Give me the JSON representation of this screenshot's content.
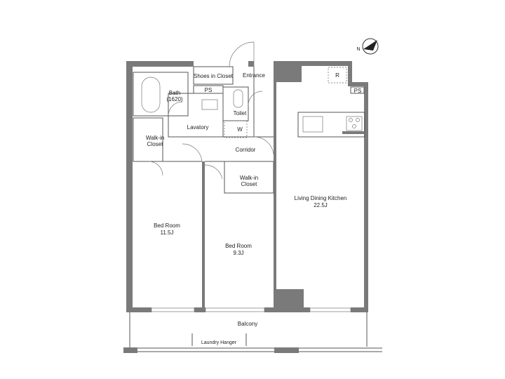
{
  "colors": {
    "wall": "#7a7a7a",
    "line": "#555555",
    "background": "#ffffff"
  },
  "north_arrow": {
    "label": "N",
    "icon": "north-arrow-icon"
  },
  "rooms": {
    "shoes_closet": "Shoes in Closet",
    "entrance": "Entrance",
    "bath": "Bath",
    "bath_size": "(1620)",
    "ps_left": "PS",
    "ps_right": "PS",
    "toilet": "Toilet",
    "lavatory": "Lavatory",
    "washer": "W",
    "fridge": "R",
    "corridor": "Corridor",
    "walkin1_line1": "Walk-in",
    "walkin1_line2": "Closet",
    "walkin2_line1": "Walk-in",
    "walkin2_line2": "Closet",
    "bed1": "Bed Room",
    "bed1_size": "11.5J",
    "bed2": "Bed Room",
    "bed2_size": "9.3J",
    "ldk": "Living Dining Kitchen",
    "ldk_size": "22.5J",
    "balcony": "Balcony",
    "laundry": "Laundry Hanger"
  }
}
